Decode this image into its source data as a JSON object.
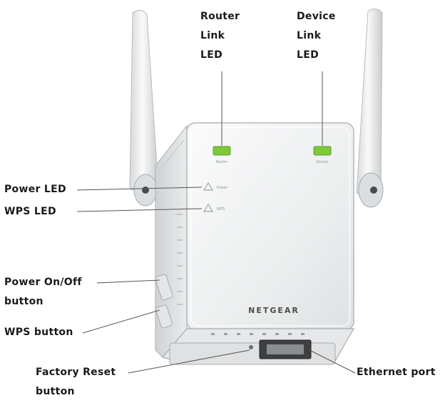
{
  "callouts": {
    "router_link_led": [
      "Router",
      "Link",
      "LED"
    ],
    "device_link_led": [
      "Device",
      "Link",
      "LED"
    ],
    "power_led": "Power LED",
    "wps_led": "WPS LED",
    "power_button": [
      "Power On/Off",
      "button"
    ],
    "wps_button": "WPS button",
    "factory_reset": [
      "Factory Reset",
      "button"
    ],
    "ethernet_port": "Ethernet port"
  },
  "device": {
    "brand": "NETGEAR",
    "led_labels": {
      "router": "Router",
      "device": "Device",
      "power": "Power",
      "wps": "WPS"
    }
  },
  "colors": {
    "led_green": "#7fc73b",
    "body": "#eef0f1",
    "antenna": "#f0f1f2",
    "leader_line": "#555555"
  }
}
